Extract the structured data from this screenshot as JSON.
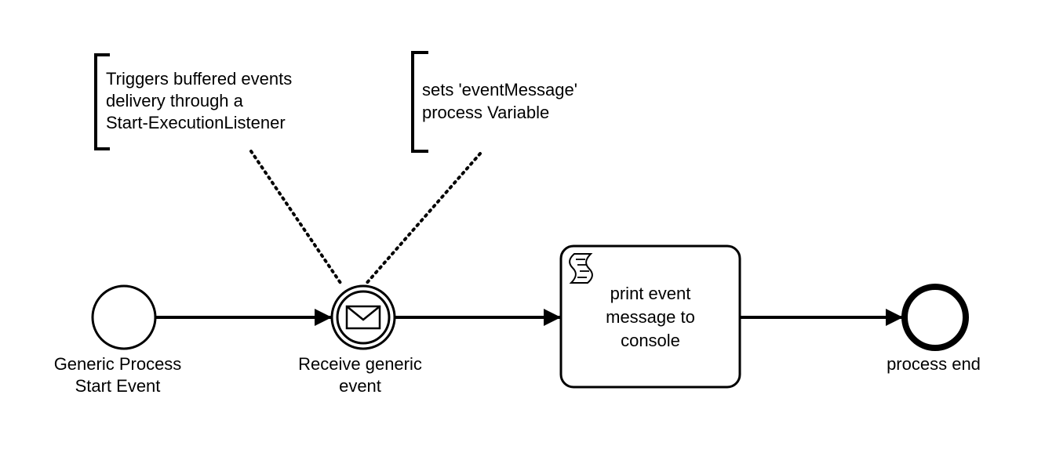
{
  "diagram": {
    "annotations": [
      {
        "id": "annotation-buffered-events",
        "lines": [
          "Triggers buffered events",
          "delivery through a",
          "Start-ExecutionListener"
        ]
      },
      {
        "id": "annotation-event-message",
        "lines": [
          "sets 'eventMessage'",
          "process Variable"
        ]
      }
    ],
    "start_event": {
      "label_lines": [
        "Generic Process",
        "Start Event"
      ]
    },
    "catch_event": {
      "label_lines": [
        "Receive generic",
        "event"
      ],
      "icon": "envelope-icon"
    },
    "script_task": {
      "label_lines": [
        "print event",
        "message to",
        "console"
      ],
      "icon": "script-icon"
    },
    "end_event": {
      "label_lines": [
        "process end"
      ]
    }
  }
}
